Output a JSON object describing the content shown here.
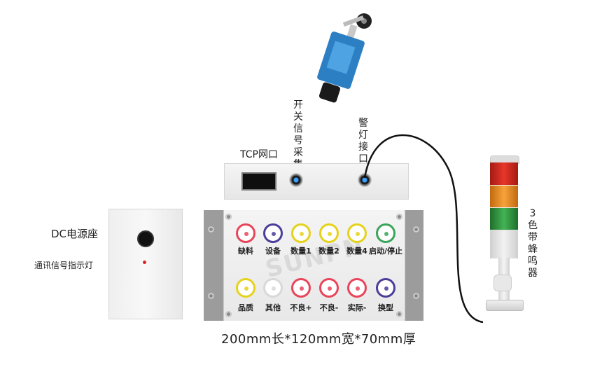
{
  "labels": {
    "switch_signal": "开关信号采集",
    "alarm_light": "警灯接口",
    "tcp_port": "TCP网口",
    "dc_power": "DC电源座",
    "comm_indicator": "通讯信号指示灯",
    "tower_light": "3色带蜂鸣器",
    "dimensions": "200mm长*120mm宽*70mm厚",
    "watermark": "SUNPN"
  },
  "buttons_row1": [
    {
      "label": "缺料",
      "color": "#e8455a"
    },
    {
      "label": "设备",
      "color": "#4a3e9a"
    },
    {
      "label": "数量1",
      "color": "#e6d21a"
    },
    {
      "label": "数量2",
      "color": "#e6d21a"
    },
    {
      "label": "数量4",
      "color": "#e6d21a"
    },
    {
      "label": "启动/停止",
      "color": "#3aa55a"
    }
  ],
  "buttons_row2": [
    {
      "label": "品质",
      "color": "#e6d21a"
    },
    {
      "label": "其他",
      "color": "#d8d8d8"
    },
    {
      "label": "不良+",
      "color": "#e8455a"
    },
    {
      "label": "不良-",
      "color": "#e8455a"
    },
    {
      "label": "实际-",
      "color": "#e8455a"
    },
    {
      "label": "换型",
      "color": "#4a3e9a"
    }
  ],
  "tower_colors": [
    "#d9261c",
    "#f08c1a",
    "#2e9a3e"
  ]
}
